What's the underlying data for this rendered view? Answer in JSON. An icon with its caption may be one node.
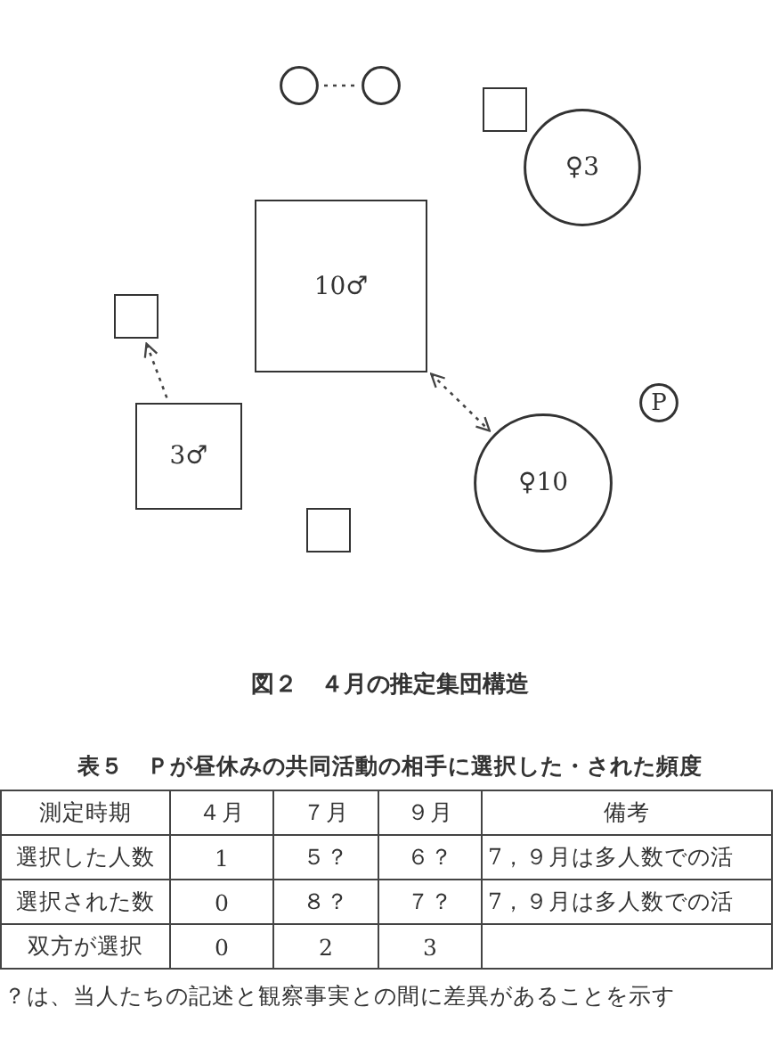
{
  "diagram": {
    "caption": "図２　４月の推定集団構造",
    "nodes": [
      {
        "text": [],
        "shape": "circle"
      },
      {
        "text": [],
        "shape": "circle"
      },
      {
        "text": [],
        "shape": "box"
      },
      {
        "text": [
          "♀3"
        ]
      },
      {
        "text": [
          "10♂"
        ]
      },
      {
        "text": [],
        "shape": "box"
      },
      {
        "text": [
          "P"
        ]
      },
      {
        "text": [
          "3♂"
        ]
      },
      {
        "text": [
          "♀10"
        ]
      },
      {
        "text": [],
        "shape": "box"
      }
    ],
    "edges": [
      {
        "from": 0,
        "to": 1,
        "arrow": "none",
        "style": "dashed"
      },
      {
        "from": 7,
        "to": 5,
        "arrow": "to",
        "style": "dashed"
      },
      {
        "from": 4,
        "to": 8,
        "arrow": "both",
        "style": "dashed"
      }
    ],
    "labels": [
      "表５　Ｐが昼休みの共同活動の相手に選択した・された頻度",
      "測定時期",
      "４月",
      "７月",
      "９月",
      "備考",
      "選択した人数",
      "1",
      "５？",
      "６？",
      "7，９月は多人数での活",
      "選択された数",
      "0",
      "８？",
      "７？",
      "7，９月は多人数での活",
      "双方が選択",
      "0",
      "2",
      "3",
      "？は、当人たちの記述と観察事実との間に差異があることを示す"
    ]
  }
}
